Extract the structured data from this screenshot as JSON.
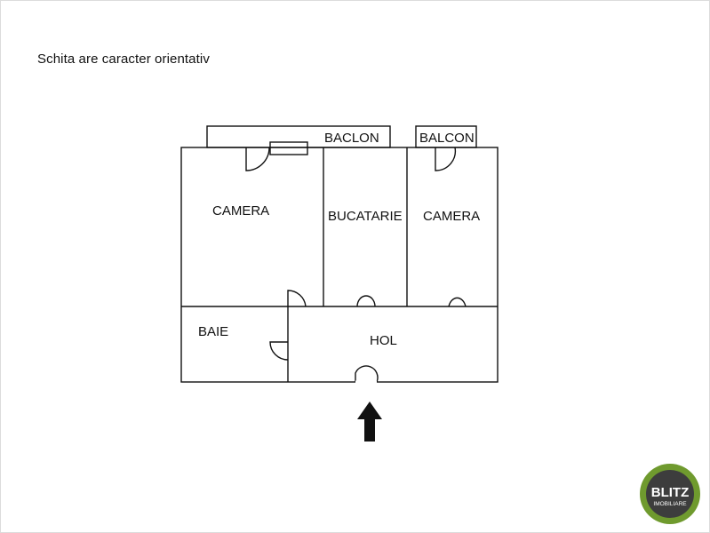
{
  "caption": "Schita are caracter orientativ",
  "plan": {
    "rooms": {
      "camera_left": "CAMERA",
      "bucatarie": "BUCATARIE",
      "camera_right": "CAMERA",
      "baie": "BAIE",
      "hol": "HOL",
      "baclon": "BACLON",
      "balcon": "BALCON"
    },
    "entrance_icon": "arrow-up-icon"
  },
  "logo": {
    "name": "BLITZ",
    "subtitle": "IMOBILIARE",
    "colors": {
      "ring": "#6f9a2e",
      "inner": "#3d3d3d"
    }
  }
}
